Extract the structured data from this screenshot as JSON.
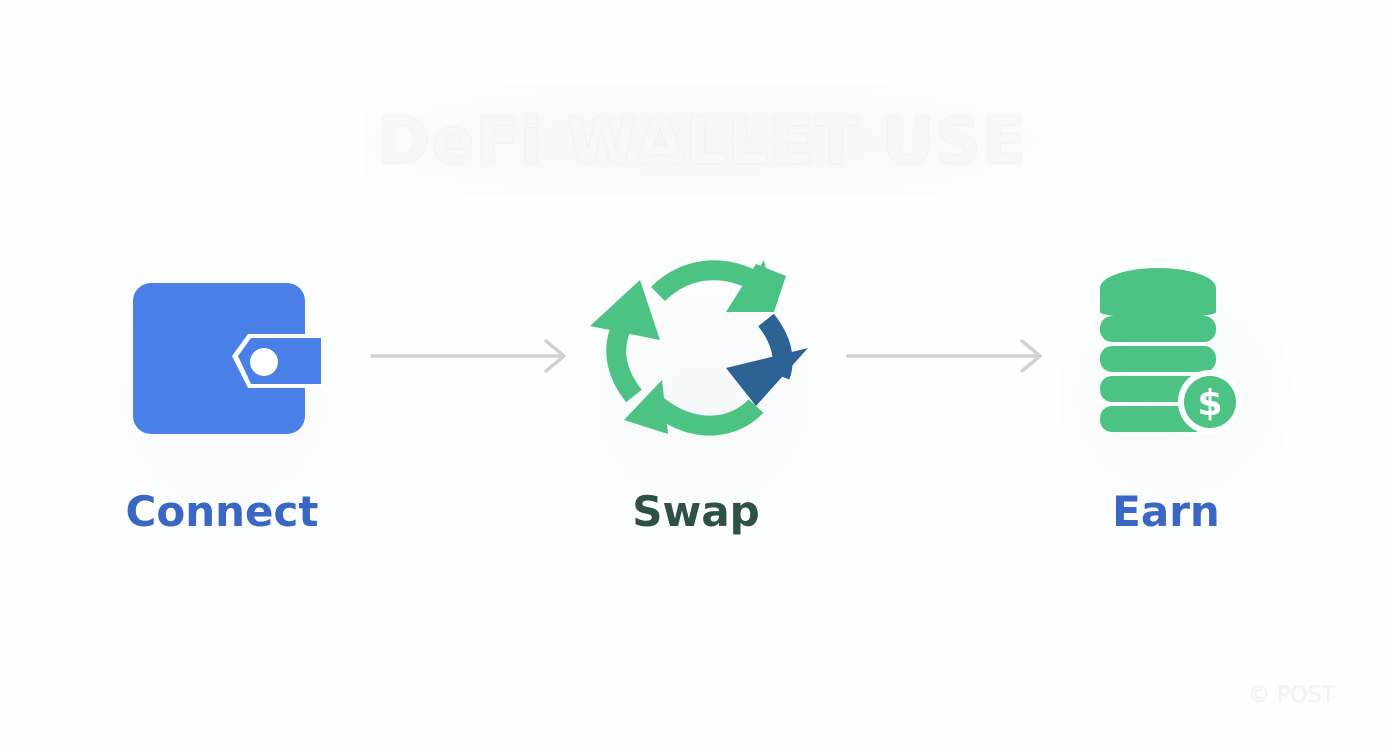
{
  "title": "DeFi WALLET USE",
  "steps": [
    {
      "label": "Connect",
      "icon": "wallet-icon",
      "color": "#3a66c4"
    },
    {
      "label": "Swap",
      "icon": "swap-cycle-icon",
      "color": "#2f4f4a"
    },
    {
      "label": "Earn",
      "icon": "coin-stack-dollar-icon",
      "color": "#3a66c4"
    }
  ],
  "colors": {
    "wallet_blue": "#4a7fe8",
    "green": "#4cc384",
    "navy": "#2d6394",
    "arrow_gray": "#cfd2d6"
  },
  "watermark": "© POST"
}
